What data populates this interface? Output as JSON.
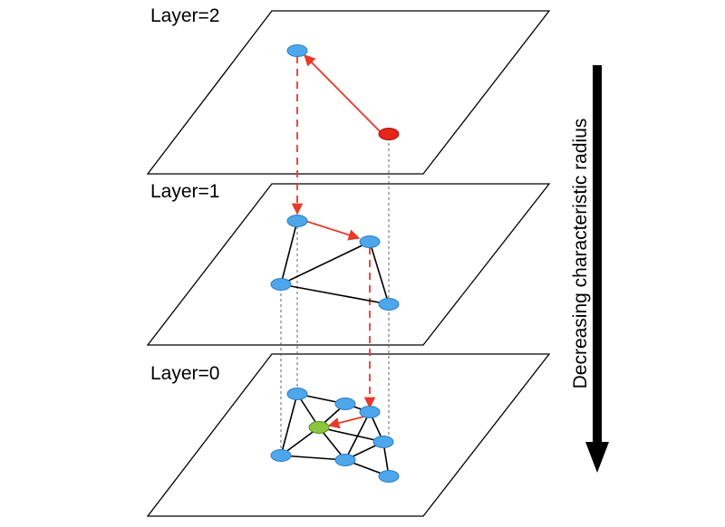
{
  "labels": {
    "layer2": "Layer=2",
    "layer1": "Layer=1",
    "layer0": "Layer=0",
    "axis": "Decreasing characteristic radius"
  },
  "colors": {
    "node": "#4ea6ec",
    "node_stroke": "#2f7fc0",
    "entry_node": "#e5241a",
    "result_node": "#8cc63e",
    "search_path": "#e8392a",
    "edge": "#000000",
    "projection": "#555555"
  }
}
